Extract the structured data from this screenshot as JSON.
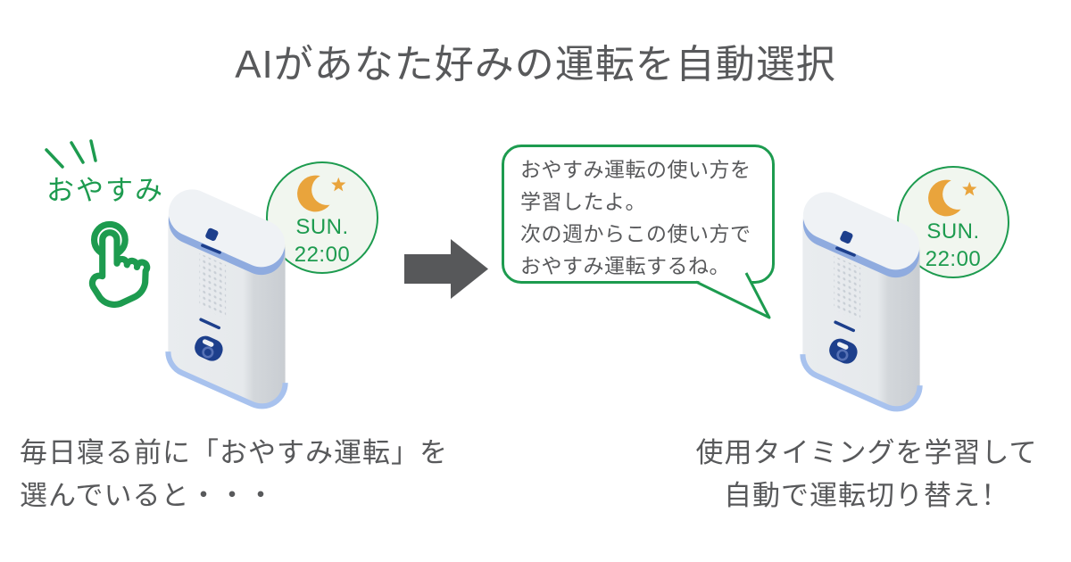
{
  "title": "AIがあなた好みの運転を自動選択",
  "colors": {
    "accent_green": "#1d9b4f",
    "text_gray": "#58595b",
    "moon_orange": "#e9a43c",
    "badge_bg": "#f1f6ef",
    "arrow_gray": "#57585a",
    "device_band_blue": "#8fabdf",
    "device_navy": "#1d3f8c"
  },
  "before": {
    "tap_label": "おやすみ",
    "icons": [
      "emphasis-lines-icon",
      "tap-hand-icon",
      "air-purifier-device",
      "crescent-moon-star-icon"
    ],
    "badge": {
      "day": "SUN.",
      "time": "22:00"
    },
    "caption": "毎日寝る前に「おやすみ運転」を\n選んでいると・・・"
  },
  "transition": {
    "icon": "right-arrow-icon"
  },
  "after": {
    "speech_bubble": "おやすみ運転の使い方を\n学習したよ。\n次の週からこの使い方で\nおやすみ運転するね。",
    "icons": [
      "air-purifier-device",
      "crescent-moon-star-icon"
    ],
    "badge": {
      "day": "SUN.",
      "time": "22:00"
    },
    "caption": "使用タイミングを学習して\n自動で運転切り替え！"
  }
}
